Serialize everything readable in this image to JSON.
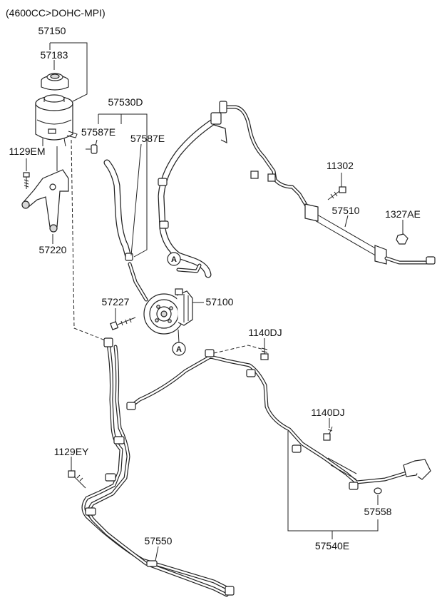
{
  "diagram": {
    "header": "(4600CC>DOHC-MPI)",
    "labels": {
      "p57150": "57150",
      "p57183": "57183",
      "p57530D": "57530D",
      "p57587E_a": "57587E",
      "p57587E_b": "57587E",
      "p1129EM": "1129EM",
      "p57220": "57220",
      "p11302": "11302",
      "p57510": "57510",
      "p1327AE": "1327AE",
      "p57227": "57227",
      "p57100": "57100",
      "p1140DJ_a": "1140DJ",
      "p1140DJ_b": "1140DJ",
      "p1129EY": "1129EY",
      "p57558": "57558",
      "p57550": "57550",
      "p57540E": "57540E"
    },
    "callouts": {
      "a_upper": "A",
      "a_lower": "A"
    }
  }
}
